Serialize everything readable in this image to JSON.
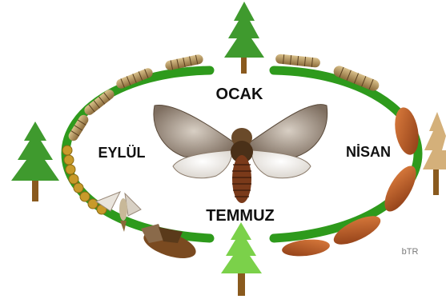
{
  "diagram": {
    "months": {
      "top": "OCAK",
      "right": "NİSAN",
      "bottom": "TEMMUZ",
      "left": "EYLÜL"
    },
    "credit": "bTR",
    "colors": {
      "ring": "#2e9a1c",
      "tree_foliage": "#3f9a2e",
      "tree_foliage_light": "#7bd14a",
      "tree_trunk": "#8a5a1e",
      "moth_wing": "#9a8a7a",
      "moth_body": "#6a3a1e",
      "caterpillar": "#b89a5a",
      "pupa": "#c0662a",
      "egg": "#c89a2a"
    }
  }
}
